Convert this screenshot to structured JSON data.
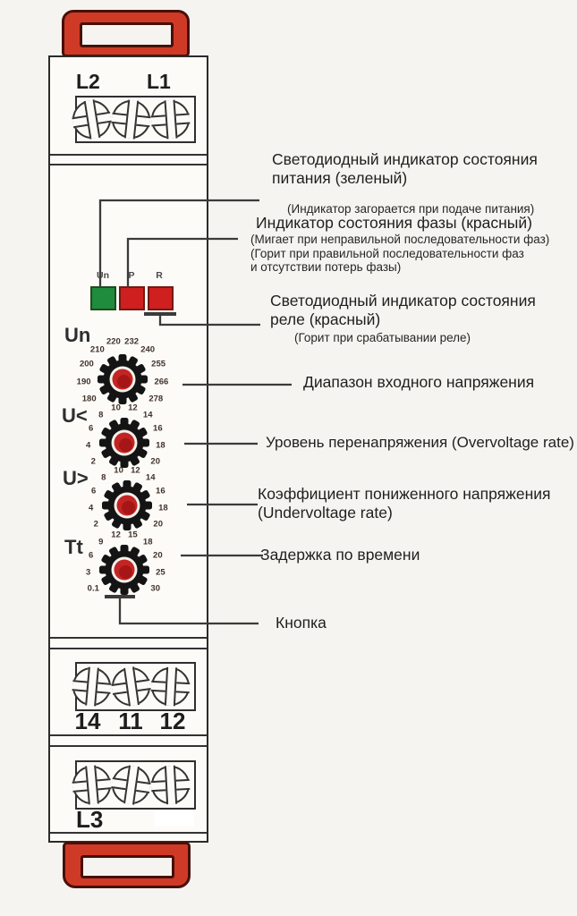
{
  "device": {
    "top_terminal_labels": [
      "L2",
      "L1"
    ],
    "led_labels": [
      "Un",
      "P",
      "R"
    ],
    "led_colors": [
      "#1e8c3c",
      "#cf1f1f",
      "#cf1f1f"
    ],
    "knobs": [
      {
        "label": "Un",
        "scale": [
          "180",
          "190",
          "200",
          "210",
          "220",
          "232",
          "240",
          "255",
          "266",
          "278"
        ]
      },
      {
        "label": "U<",
        "scale": [
          "2",
          "4",
          "6",
          "8",
          "10",
          "12",
          "14",
          "16",
          "18",
          "20"
        ]
      },
      {
        "label": "U>",
        "scale": [
          "2",
          "4",
          "6",
          "8",
          "10",
          "12",
          "14",
          "16",
          "18",
          "20"
        ]
      },
      {
        "label": "Tt",
        "scale": [
          "0.1",
          "3",
          "6",
          "9",
          "12",
          "15",
          "18",
          "20",
          "25",
          "30"
        ]
      }
    ],
    "middle_terminal_labels": [
      "14",
      "11",
      "12"
    ],
    "bottom_terminal_label": "L3"
  },
  "annotations": {
    "power_led": {
      "title": "Светодиодный индикатор состояния\nпитания (зеленый)",
      "note": "(Индикатор загорается при подаче питания)"
    },
    "phase_led": {
      "title": "Индикатор состояния фазы (красный)",
      "note": "(Мигает при неправильной последовательности фаз)\n(Горит при правильной последовательности фаз\nи отсутствии потерь фазы)"
    },
    "relay_led": {
      "title": "Светодиодный индикатор состояния\nреле (красный)",
      "note": "(Горит при срабатывании реле)"
    },
    "voltage_range": {
      "title": "Диапазон входного напряжения"
    },
    "overvoltage": {
      "title": "Уровень перенапряжения (Overvoltage rate)"
    },
    "undervoltage": {
      "title": "Коэффициент пониженного напряжения\n(Undervoltage rate)"
    },
    "time_delay": {
      "title": "Задержка по времени"
    },
    "button": {
      "title": "Кнопка"
    }
  },
  "colors": {
    "clip_red": "#cf3a27",
    "knob_red": "#c32424",
    "line": "#3b3b3b"
  }
}
